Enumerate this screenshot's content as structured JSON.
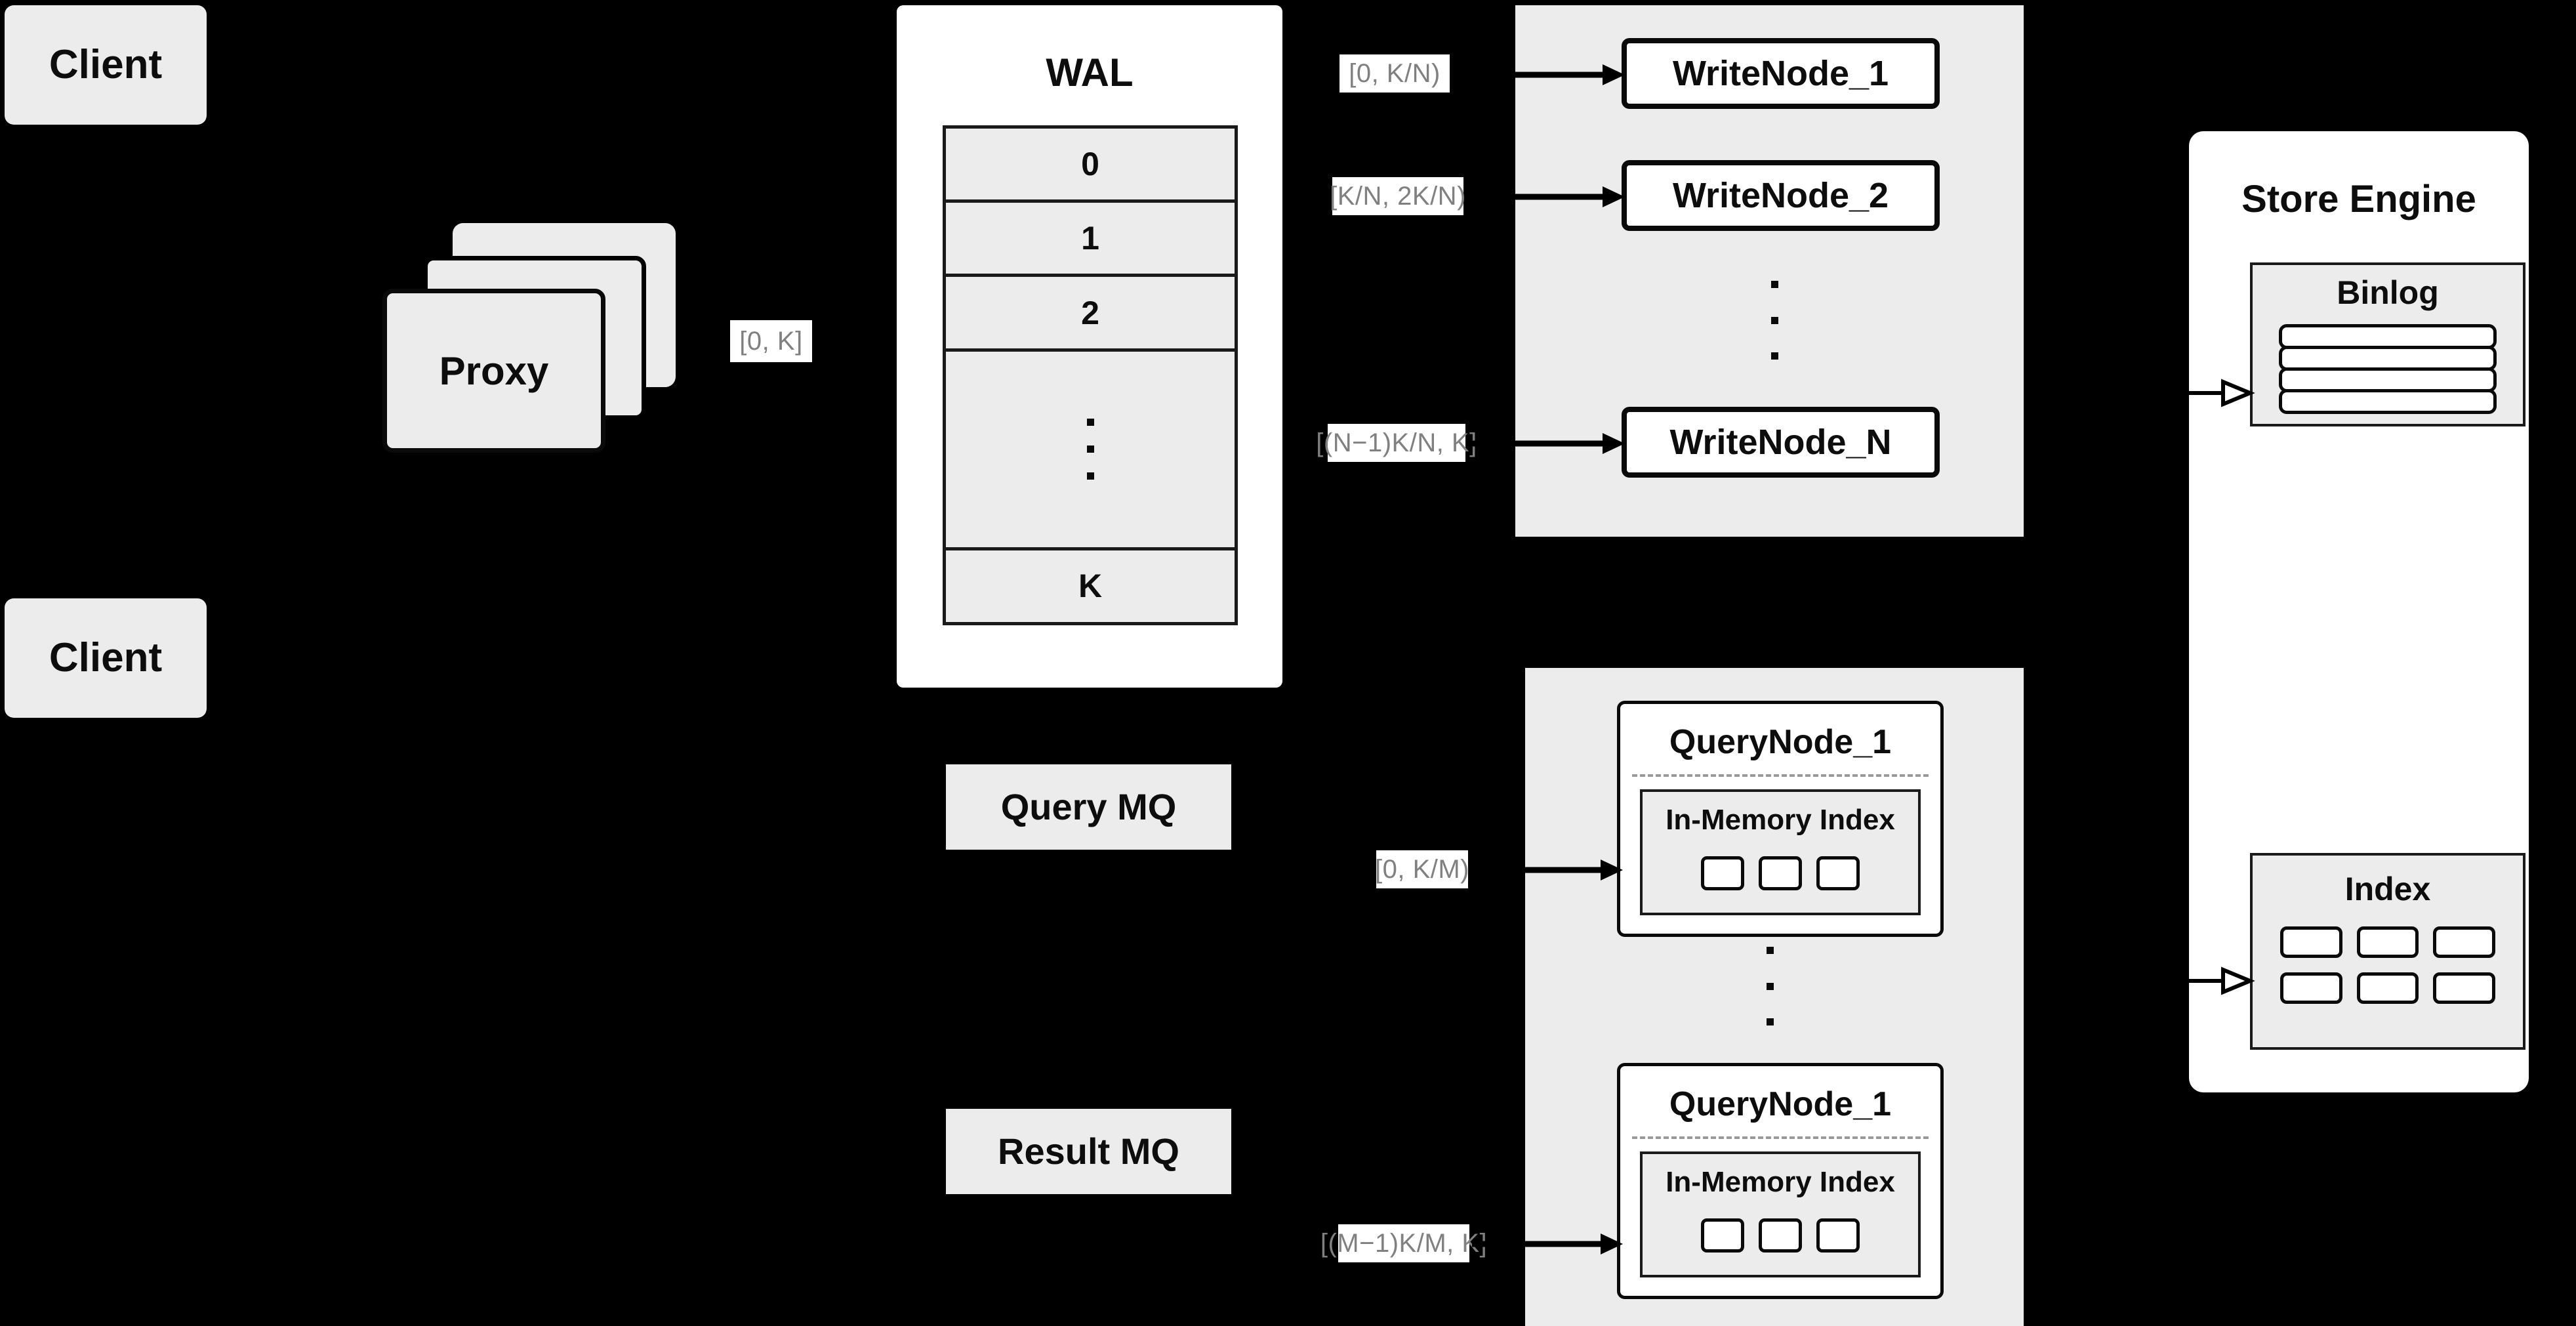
{
  "diagram": {
    "title": "Distributed Write-Ahead-Log Query Architecture",
    "background_color": "#000000",
    "panel_fill": "#ffffff",
    "group_fill": "#ececec",
    "node_border": "#0a0a0a",
    "label_text_color": "#808080",
    "label_bg_color": "#ffffff"
  },
  "clients": [
    {
      "label": "Client"
    },
    {
      "label": "Client"
    }
  ],
  "proxy": {
    "label": "Proxy",
    "stack_count": 3,
    "out_range_label": "[0, K]"
  },
  "wal": {
    "title": "WAL",
    "rows": [
      "0",
      "1",
      "2",
      "⋮",
      "K"
    ],
    "ellipsis_index": 3
  },
  "message_queues": [
    {
      "label": "Query MQ"
    },
    {
      "label": "Result MQ"
    }
  ],
  "write_cluster": {
    "nodes": [
      {
        "label": "WriteNode_1",
        "range_label": "[0,  K/N)"
      },
      {
        "label": "WriteNode_2",
        "range_label": "[K/N, 2K/N)"
      },
      {
        "label": "WriteNode_N",
        "range_label": "[(N−1)K/N,  K]"
      }
    ],
    "ellipsis": "⋮"
  },
  "query_cluster": {
    "nodes": [
      {
        "label": "QueryNode_1",
        "range_label": "[0, K/M)",
        "index": {
          "title": "In-Memory Index",
          "cell_count": 3
        }
      },
      {
        "label": "QueryNode_1",
        "range_label": "[(M−1)K/M, K]",
        "index": {
          "title": "In-Memory Index",
          "cell_count": 3
        }
      }
    ],
    "ellipsis": "⋮"
  },
  "store_engine": {
    "title": "Store Engine",
    "binlog": {
      "title": "Binlog",
      "row_count": 4
    },
    "index": {
      "title": "Index",
      "cell_count": 6
    }
  }
}
